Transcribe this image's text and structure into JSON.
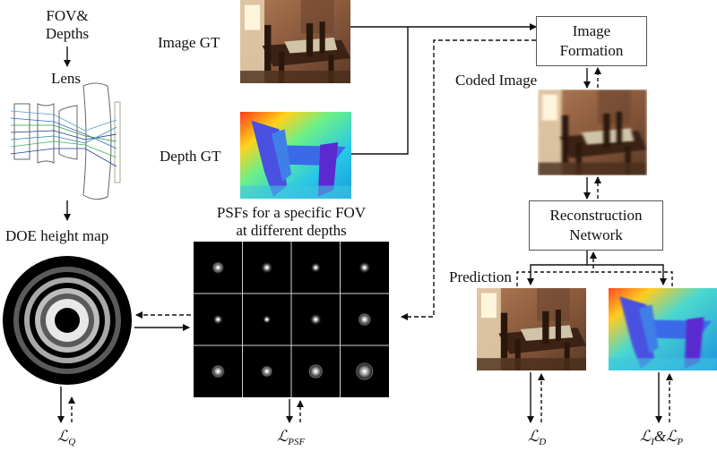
{
  "labels": {
    "fov_depths_line1": "FOV&",
    "fov_depths_line2": "Depths",
    "lens": "Lens",
    "doe_height_map": "DOE height map",
    "image_gt": "Image GT",
    "depth_gt": "Depth GT",
    "psf_title_line1": "PSFs for a specific FOV",
    "psf_title_line2": "at different depths",
    "image_formation_line1": "Image",
    "image_formation_line2": "Formation",
    "coded_image": "Coded Image",
    "reconstruction_line1": "Reconstruction",
    "reconstruction_line2": "Network",
    "prediction": "Prediction"
  },
  "losses": {
    "q": {
      "symbol": "ℒ",
      "sub": "Q"
    },
    "psf": {
      "symbol": "ℒ",
      "sub": "PSF"
    },
    "d": {
      "symbol": "ℒ",
      "sub": "D"
    },
    "ip": {
      "symbol": "ℒ",
      "sub1": "I",
      "amp": "&",
      "symbol2": "ℒ",
      "sub2": "P"
    }
  },
  "colors": {
    "arrow": "#111111",
    "box_border": "#555555",
    "psf_bg": "#000000",
    "psf_grid": "#cfcfcf",
    "lens_glass": "#666666"
  },
  "icons": {
    "scene_photo": "dining-room-photo",
    "depth_map": "depth-colormap-image",
    "lens": "multi-element-lens-diagram",
    "doe": "concentric-ring-height-map",
    "psf": "psf-spot-grid"
  }
}
